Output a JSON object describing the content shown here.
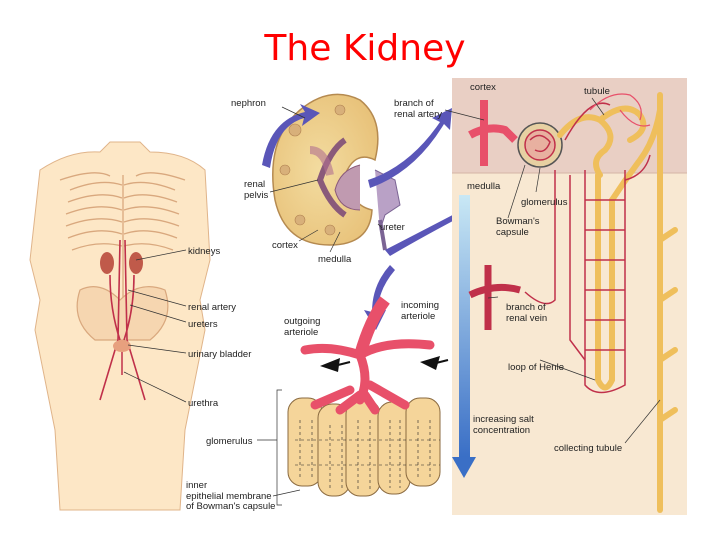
{
  "title": "The Kidney",
  "labels": {
    "nephron": "nephron",
    "branch_renal_artery": "branch of\nrenal artery",
    "cortex_right": "cortex",
    "tubule": "tubule",
    "renal_pelvis": "renal\npelvis",
    "medulla_right": "medulla",
    "glomerulus_right": "glomerulus",
    "ureter": "ureter",
    "bowmans_capsule": "Bowman's\ncapsule",
    "kidneys": "kidneys",
    "cortex_kidney": "cortex",
    "medulla_kidney": "medulla",
    "renal_artery": "renal artery",
    "ureters": "ureters",
    "urinary_bladder": "urinary bladder",
    "urethra": "urethra",
    "incoming_arteriole": "incoming\narteriole",
    "outgoing_arteriole": "outgoing\narteriole",
    "branch_renal_vein": "branch of\nrenal vein",
    "loop_of_henle": "loop of Henle",
    "increasing_salt": "increasing salt\nconcentration",
    "collecting_tubule": "collecting tubule",
    "glomerulus_left": "glomerulus",
    "inner_epithelial": "inner\nepithelial membrane\nof Bowman's capsule"
  },
  "colors": {
    "title": "#ff0000",
    "artery": "#e8506a",
    "vein": "#c0304a",
    "arrow": "#5a56b8",
    "tubule": "#f2c86a",
    "cortex_band": "#e9cfc4",
    "medulla_band": "#f8e7cf",
    "salt_gradient_top": "#bfe4f2",
    "salt_gradient_bottom": "#3a72c8",
    "skin": "#fbe3c2"
  }
}
